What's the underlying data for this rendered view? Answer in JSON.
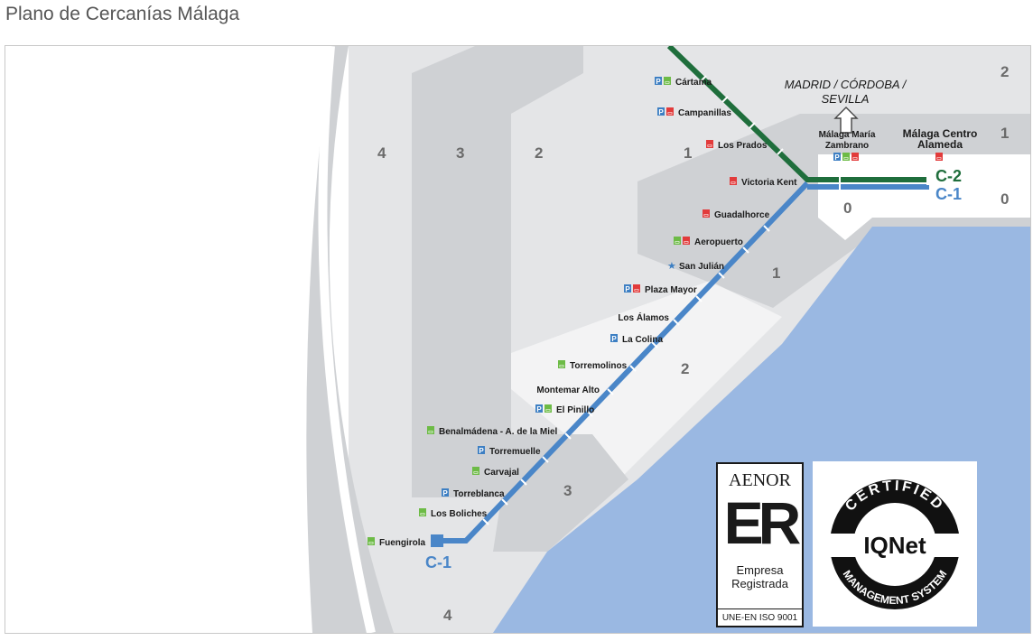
{
  "page_title": "Plano de Cercanías Málaga",
  "colors": {
    "line_c1": "#4a86c8",
    "line_c2": "#1f6e3c",
    "sea": "#9ab8e2",
    "zone_dark": "#cfd1d4",
    "zone_light": "#e4e5e7",
    "icon_parking": "#3d7fc3",
    "icon_bus": "#6dbb46",
    "icon_metro": "#e23b3b"
  },
  "destination": {
    "line1": "MADRID / CÓRDOBA /",
    "line2": "SEVILLA"
  },
  "lines": {
    "c1": "C-1",
    "c2": "C-2"
  },
  "stations": [
    {
      "name": "Cártama",
      "icons": [
        "parking",
        "bus"
      ],
      "line": "C-2"
    },
    {
      "name": "Campanillas",
      "icons": [
        "parking",
        "metro"
      ],
      "line": "C-2"
    },
    {
      "name": "Los Prados",
      "icons": [
        "metro"
      ],
      "line": "C-2"
    },
    {
      "name": "Málaga María Zambrano",
      "name_line1": "Málaga María",
      "name_line2": "Zambrano",
      "icons": [
        "parking",
        "bus",
        "metro"
      ],
      "line": "C-1 / C-2"
    },
    {
      "name": "Málaga Centro Alameda",
      "name_line1": "Málaga Centro",
      "name_line2": "Alameda",
      "icons": [
        "metro"
      ],
      "line": "C-1 / C-2"
    },
    {
      "name": "Victoria Kent",
      "icons": [
        "metro"
      ],
      "line": "C-1"
    },
    {
      "name": "Guadalhorce",
      "icons": [
        "metro"
      ],
      "line": "C-1"
    },
    {
      "name": "Aeropuerto",
      "icons": [
        "bus",
        "metro"
      ],
      "line": "C-1"
    },
    {
      "name": "San Julián",
      "icons": [
        "star"
      ],
      "line": "C-1"
    },
    {
      "name": "Plaza Mayor",
      "icons": [
        "parking",
        "metro"
      ],
      "line": "C-1"
    },
    {
      "name": "Los Álamos",
      "icons": [],
      "line": "C-1"
    },
    {
      "name": "La Colina",
      "icons": [
        "parking"
      ],
      "line": "C-1"
    },
    {
      "name": "Torremolinos",
      "icons": [
        "bus"
      ],
      "line": "C-1"
    },
    {
      "name": "Montemar Alto",
      "icons": [],
      "line": "C-1"
    },
    {
      "name": "El Pinillo",
      "icons": [
        "parking",
        "bus"
      ],
      "line": "C-1"
    },
    {
      "name": "Benalmádena - A. de la Miel",
      "icons": [
        "bus"
      ],
      "line": "C-1"
    },
    {
      "name": "Torremuelle",
      "icons": [
        "parking"
      ],
      "line": "C-1"
    },
    {
      "name": "Carvajal",
      "icons": [
        "bus"
      ],
      "line": "C-1"
    },
    {
      "name": "Torreblanca",
      "icons": [
        "parking"
      ],
      "line": "C-1"
    },
    {
      "name": "Los Boliches",
      "icons": [
        "bus"
      ],
      "line": "C-1"
    },
    {
      "name": "Fuengirola",
      "icons": [
        "bus"
      ],
      "line": "C-1"
    }
  ],
  "zones": {
    "z0a": "0",
    "z0b": "0",
    "z1a": "1",
    "z1b": "1",
    "z1c": "1",
    "z2a": "2",
    "z2b": "2",
    "z2c": "2",
    "z3a": "3",
    "z3b": "3",
    "z4a": "4",
    "z4b": "4"
  },
  "aenor": {
    "brand": "AENOR",
    "mark": "ER",
    "line1": "Empresa",
    "line2": "Registrada",
    "standard": "UNE-EN ISO 9001"
  },
  "iqnet": {
    "top_text": "CERTIFIED",
    "brand": "IQNet",
    "bottom_text": "MANAGEMENT SYSTEM"
  }
}
